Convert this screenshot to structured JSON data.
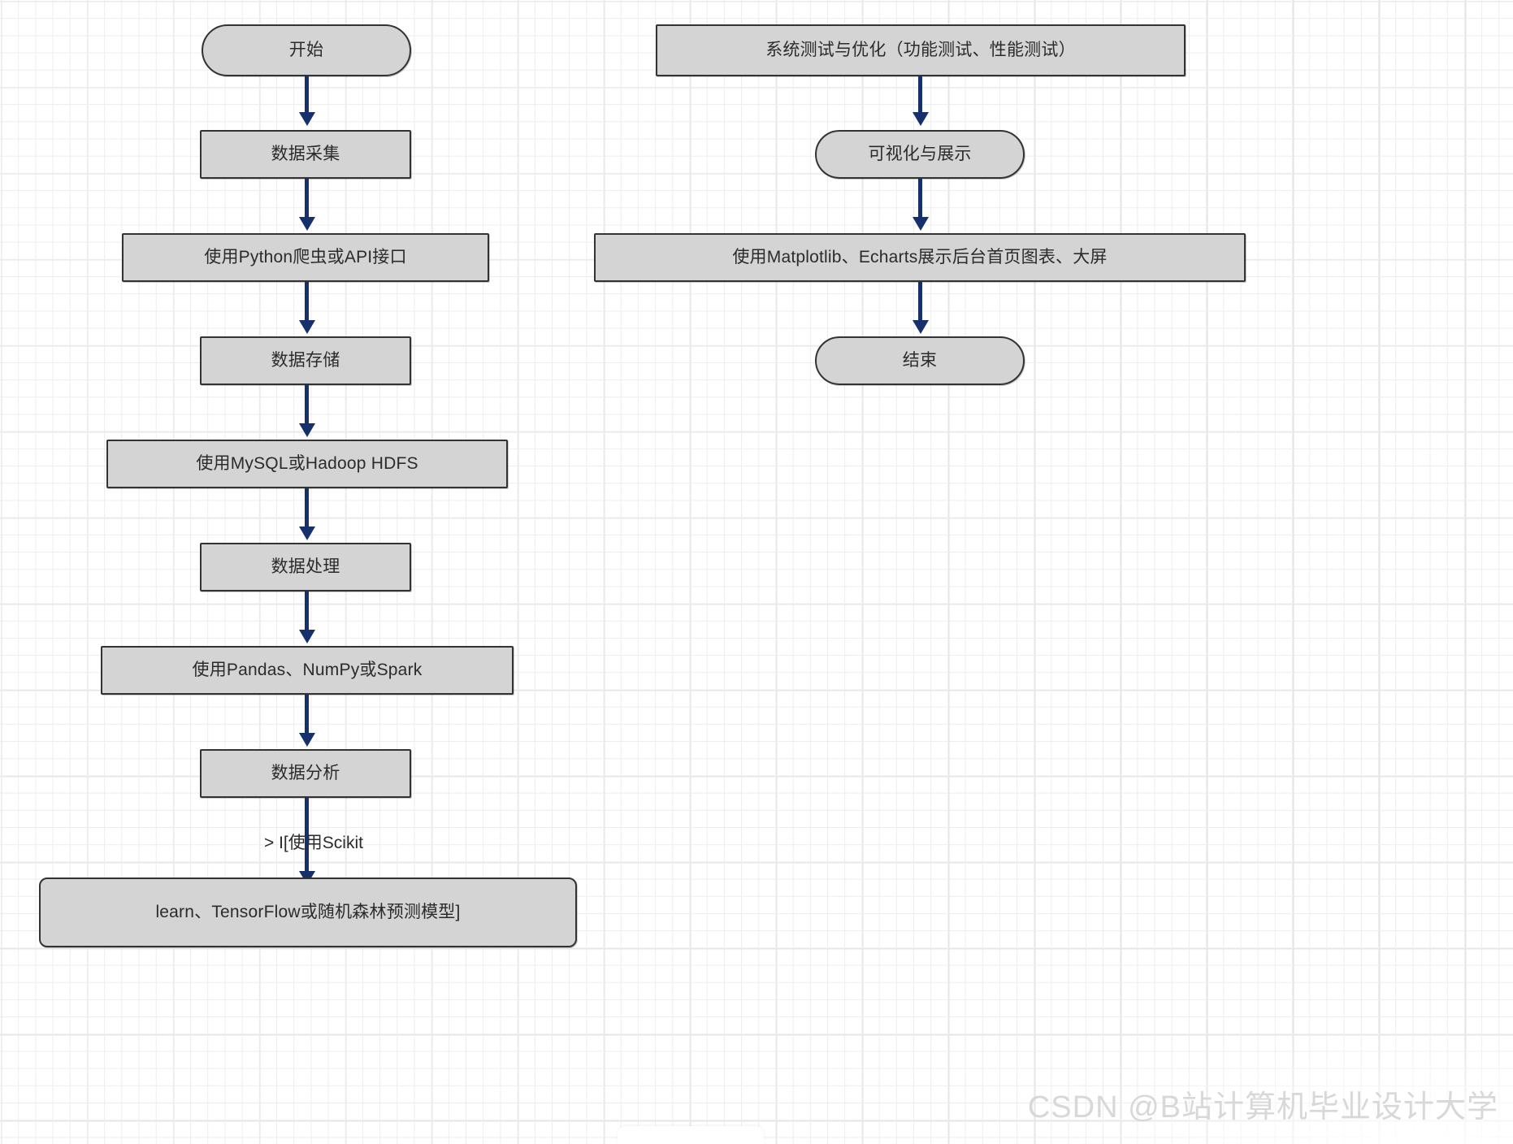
{
  "diagram": {
    "title": "",
    "colors": {
      "node_fill": "#d4d4d4",
      "node_border": "#333333",
      "edge": "#16306b",
      "grid_minor": "#ededed",
      "grid_major": "#e4e4e4",
      "text": "#2b2b2b",
      "watermark": "#d8d8d8"
    },
    "left_column": {
      "nodes": [
        {
          "id": "start",
          "label": "开始",
          "shape": "stadium"
        },
        {
          "id": "collect",
          "label": "数据采集",
          "shape": "rect"
        },
        {
          "id": "collect_d",
          "label": "使用Python爬虫或API接口",
          "shape": "rect"
        },
        {
          "id": "store",
          "label": "数据存储",
          "shape": "rect"
        },
        {
          "id": "store_d",
          "label": "使用MySQL或Hadoop HDFS",
          "shape": "rect"
        },
        {
          "id": "process",
          "label": "数据处理",
          "shape": "rect"
        },
        {
          "id": "process_d",
          "label": "使用Pandas、NumPy或Spark",
          "shape": "rect"
        },
        {
          "id": "analyze",
          "label": "数据分析",
          "shape": "rect"
        },
        {
          "id": "model_d",
          "label": "learn、TensorFlow或随机森林预测模型]",
          "shape": "roundrect"
        }
      ],
      "edge_label": "> I[使用Scikit"
    },
    "right_column": {
      "nodes": [
        {
          "id": "test",
          "label": "系统测试与优化（功能测试、性能测试）",
          "shape": "rect"
        },
        {
          "id": "visualize",
          "label": "可视化与展示",
          "shape": "stadium"
        },
        {
          "id": "visual_d",
          "label": "使用Matplotlib、Echarts展示后台首页图表、大屏",
          "shape": "rect"
        },
        {
          "id": "end",
          "label": "结束",
          "shape": "stadium"
        }
      ]
    }
  },
  "watermark": {
    "text": "CSDN @B站计算机毕业设计大学"
  }
}
